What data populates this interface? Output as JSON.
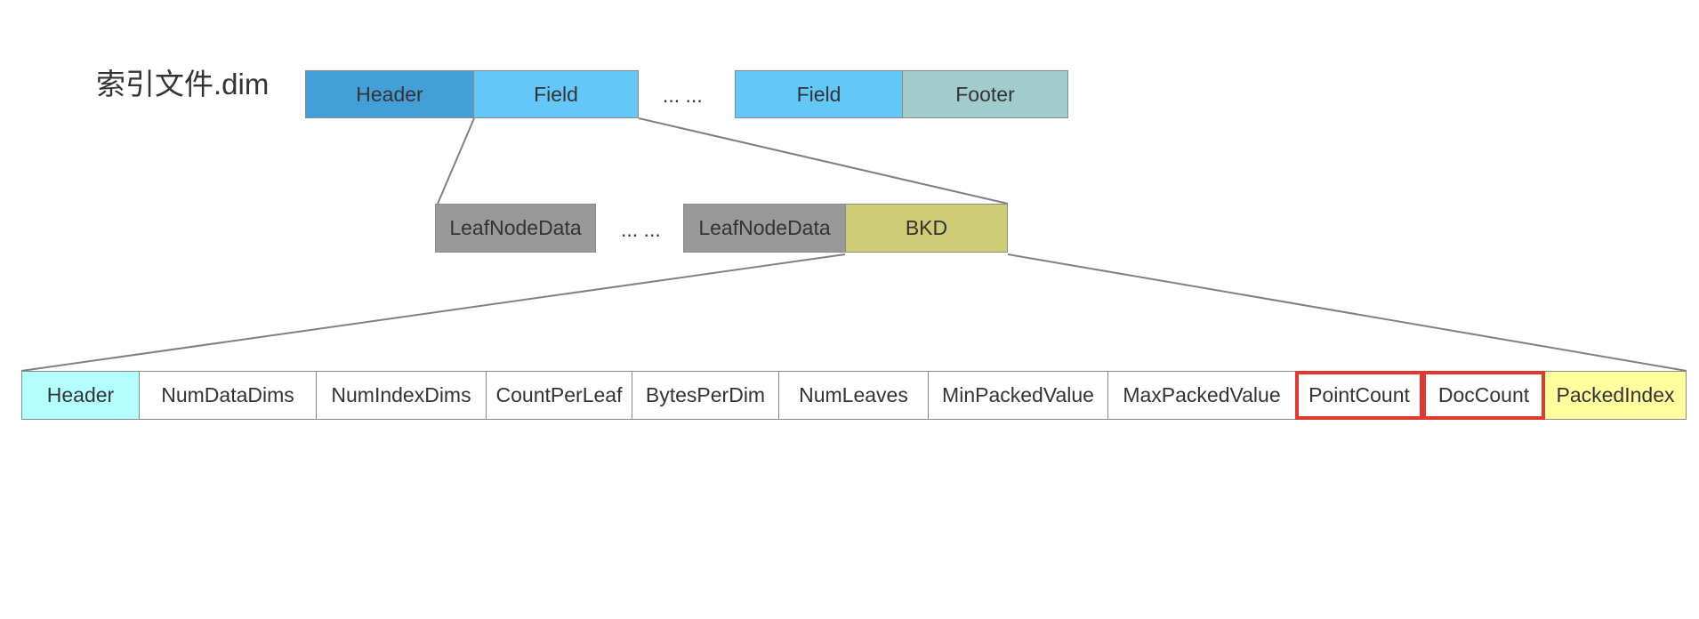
{
  "title": "索引文件.dim",
  "top_row": {
    "header": {
      "label": "Header",
      "color": "#449fd9"
    },
    "field_1": {
      "label": "Field",
      "color": "#63c8f8"
    },
    "ellipsis": "... ...",
    "field_2": {
      "label": "Field",
      "color": "#63c8f8"
    },
    "footer": {
      "label": "Footer",
      "color": "#a2cccc"
    }
  },
  "middle_row": {
    "leaf_1": {
      "label": "LeafNodeData",
      "color": "#999999"
    },
    "ellipsis": "... ...",
    "leaf_2": {
      "label": "LeafNodeData",
      "color": "#999999"
    },
    "bkd": {
      "label": "BKD",
      "color": "#cecd76"
    }
  },
  "bottom_row": {
    "cells": [
      {
        "label": "Header",
        "color": "#b3ffff",
        "highlighted": false
      },
      {
        "label": "NumDataDims",
        "color": "#ffffff",
        "highlighted": false
      },
      {
        "label": "NumIndexDims",
        "color": "#ffffff",
        "highlighted": false
      },
      {
        "label": "CountPerLeaf",
        "color": "#ffffff",
        "highlighted": false
      },
      {
        "label": "BytesPerDim",
        "color": "#ffffff",
        "highlighted": false
      },
      {
        "label": "NumLeaves",
        "color": "#ffffff",
        "highlighted": false
      },
      {
        "label": "MinPackedValue",
        "color": "#ffffff",
        "highlighted": false
      },
      {
        "label": "MaxPackedValue",
        "color": "#ffffff",
        "highlighted": false
      },
      {
        "label": "PointCount",
        "color": "#ffffff",
        "highlighted": true
      },
      {
        "label": "DocCount",
        "color": "#ffffff",
        "highlighted": true
      },
      {
        "label": "PackedIndex",
        "color": "#ffff9e",
        "highlighted": false
      }
    ],
    "highlight_color": "#e03a2e"
  }
}
